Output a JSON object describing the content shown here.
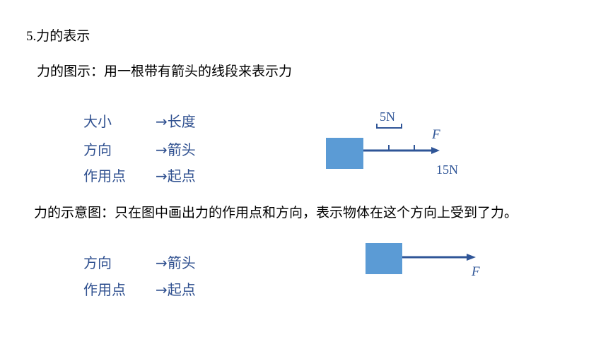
{
  "title": {
    "number": "5.",
    "text": "力的表示"
  },
  "graphic": {
    "heading": "力的图示：用一根带有箭头的线段来表示力",
    "rows": [
      {
        "label": "大小",
        "value": "→长度"
      },
      {
        "label": "方向",
        "value": "→箭头"
      },
      {
        "label": "作用点",
        "value": "→起点"
      }
    ],
    "diagram": {
      "scale_label": "5N",
      "force_label": "F",
      "magnitude_label": "15N"
    }
  },
  "schematic": {
    "heading": "力的示意图：只在图中画出力的作用点和方向，表示物体在这个方向上受到了力。",
    "rows": [
      {
        "label": "方向",
        "value": "→箭头"
      },
      {
        "label": "作用点",
        "value": "→起点"
      }
    ],
    "diagram": {
      "force_label": "F"
    }
  },
  "colors": {
    "block": "#5b9bd5",
    "arrow": "#2f5597",
    "text_blue": "#2e4f8f"
  }
}
